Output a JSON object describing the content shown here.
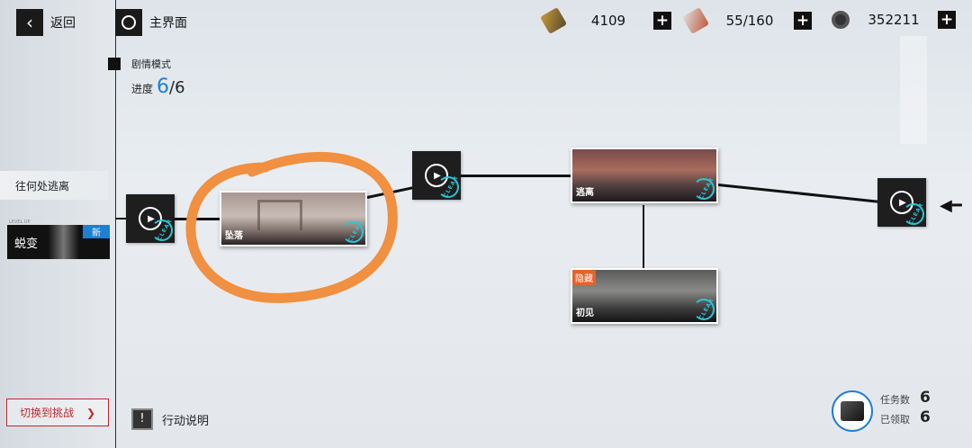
{
  "topbar": {
    "back_label": "返回",
    "home_label": "主界面",
    "resources": [
      {
        "icon": "ticket-icon",
        "value": "4109"
      },
      {
        "icon": "battery-icon",
        "value": "55/160"
      },
      {
        "icon": "nut-icon",
        "value": "352211"
      }
    ]
  },
  "mode": {
    "title": "剧情模式",
    "progress_label": "进度",
    "progress_current": "6",
    "progress_total": "/6"
  },
  "sidebar": {
    "chapter_label": "往何处逃离",
    "level_up": "LEVEL UP",
    "next_chapter": "蜕变",
    "new_badge": "新",
    "switch_label": "切换到挑战"
  },
  "stages": [
    {
      "name": "坠落"
    },
    {
      "name": "逃离"
    },
    {
      "name": "初见",
      "tag": "隐藏"
    }
  ],
  "clear_text": "CLEAR",
  "bottom": {
    "action_info": "行动说明",
    "tasks_label": "任务数",
    "tasks_value": "6",
    "claimed_label": "已领取",
    "claimed_value": "6"
  },
  "colors": {
    "accent_blue": "#1f7fd0",
    "clear_cyan": "#29c6d6",
    "hidden_orange": "#e5632d",
    "annotation_orange": "#f09040",
    "switch_red": "#c0282d"
  }
}
